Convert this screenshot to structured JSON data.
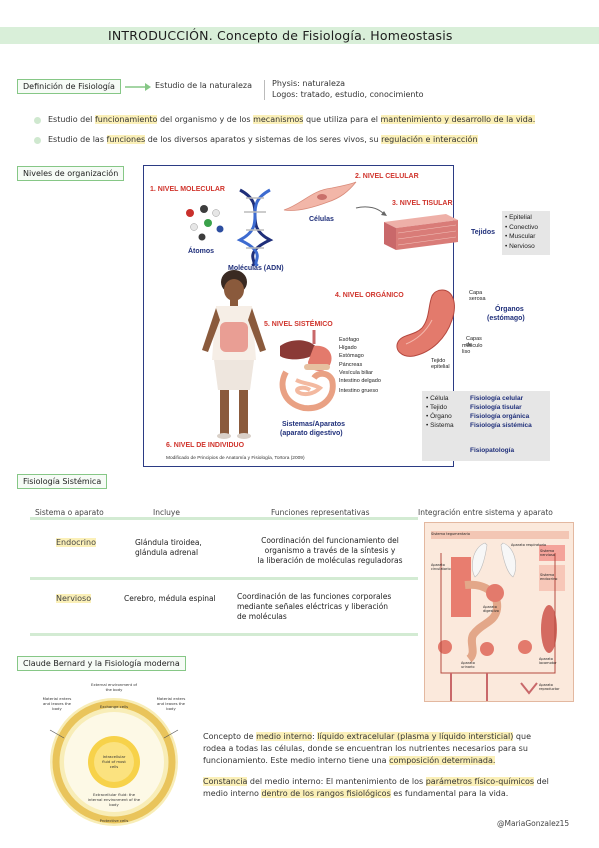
{
  "title": "INTRODUCCIÓN. Concepto de Fisiología. Homeostasis",
  "definicion": {
    "label": "Definición de Fisiología",
    "estudio": "Estudio de la naturaleza",
    "physis": "Physis: naturaleza",
    "logos": "Logos: tratado, estudio, conocimiento"
  },
  "bullets": {
    "b1_pre": "Estudio del ",
    "b1_h1": "funcionamiento",
    "b1_mid1": " del organismo y de los ",
    "b1_h2": "mecanismos",
    "b1_mid2": " que utiliza para el ",
    "b1_h3": "mantenimiento y desarrollo de la vida.",
    "b2_pre": "Estudio de las ",
    "b2_h1": "funciones",
    "b2_mid": " de los diversos aparatos y sistemas de los seres vivos, su ",
    "b2_h2": "regulación e interacción"
  },
  "niveles": {
    "label": "Niveles de organización",
    "n1": "1. NIVEL MOLECULAR",
    "n2": "2. NIVEL CELULAR",
    "n3": "3. NIVEL TISULAR",
    "n4": "4. NIVEL ORGÁNICO",
    "n5": "5. NIVEL SISTÉMICO",
    "n6": "6. NIVEL DE INDIVIDUO",
    "atomos": "Átomos",
    "moleculas": "Moléculas (ADN)",
    "celulas": "Células",
    "tejidos": "Tejidos",
    "tejidos_list": [
      "• Epitelial",
      "• Conectivo",
      "• Muscular",
      "• Nervioso"
    ],
    "capa_serosa": "Capa serosa",
    "organos": "Órganos",
    "estomago": "(estómago)",
    "capas_musculo": "Capas de",
    "musculo_liso": "músculo liso",
    "tejido_epitelial": "Tejido epitelial",
    "organs_list": [
      "Esófago",
      "Hígado",
      "Estómago",
      "Páncreas",
      "Vesícula biliar",
      "Intestino delgado",
      "Intestino grueso"
    ],
    "sistemas": "Sistemas/Aparatos",
    "aparato": "(aparato digestivo)",
    "legend_left": [
      "• Célula",
      "• Tejido",
      "• Órgano",
      "• Sistema"
    ],
    "legend_right": [
      "Fisiología celular",
      "Fisiología tisular",
      "Fisiología orgánica",
      "Fisiología sistémica"
    ],
    "fisiopatologia": "Fisiopatología",
    "credit": "Modificado de Principios de Anatomía y Fisiología, Tortora (2009)"
  },
  "sistemica": {
    "label": "Fisiología Sistémica",
    "headers": [
      "Sistema o aparato",
      "Incluye",
      "Funciones representativas",
      "Integración entre sistema y aparato"
    ],
    "rows": [
      {
        "sistema": "Endocrino",
        "incluye1": "Glándula tiroidea,",
        "incluye2": "glándula adrenal",
        "f1": "Coordinación del funcionamiento del",
        "f2": "organismo a través de la síntesis y",
        "f3": "la liberación de moléculas reguladoras"
      },
      {
        "sistema": "Nervioso",
        "incluye1": "Cerebro, médula espinal",
        "incluye2": "",
        "f1": "Coordinación de las funciones corporales",
        "f2": "mediante señales eléctricas y liberación",
        "f3": "de moléculas"
      }
    ],
    "diagram_labels": [
      "Sistema tegumentario",
      "Aparato respiratorio",
      "Aparato circulatorio",
      "Sistema nervioso",
      "Sistema endocrino",
      "Aparato digestivo",
      "Aparato urinario",
      "Aparato locomotor",
      "Aparato reproductor"
    ]
  },
  "bernard": {
    "label": "Claude Bernard y la Fisiología moderna",
    "fig_top": "External environment of the body",
    "fig_left": "Material enters and leaves the body",
    "fig_right": "Material enters and leaves the body",
    "fig_exchange": "Exchange cells",
    "fig_intra": "Intracellular fluid of most cells",
    "fig_extra": "Extracellular fluid: the internal environment of the body",
    "fig_protective": "Protective cells",
    "p1_pre": "Concepto de ",
    "p1_h1": "medio interno",
    "p1_colon": ": ",
    "p1_h2": "líquido extracelular (plasma y líquido intersticial)",
    "p1_post": " que rodea a todas las células, donde se encuentran los nutrientes necesarios para su funcionamiento. Este medio interno tiene una ",
    "p1_h3": "composición determinada.",
    "p2_h1": "Constancia",
    "p2_mid1": " del medio interno: El mantenimiento de los ",
    "p2_h2": "parámetros físico-químicos",
    "p2_mid2": " del medio interno ",
    "p2_h3": "dentro de los rangos fisiológicos",
    "p2_post": " es fundamental para la vida."
  },
  "watermark": "@MariaGonzalez15",
  "colors": {
    "green_band": "#d9efd9",
    "highlight": "#fbf0b8",
    "red_label": "#d0342c",
    "navy": "#1f2f7a"
  }
}
